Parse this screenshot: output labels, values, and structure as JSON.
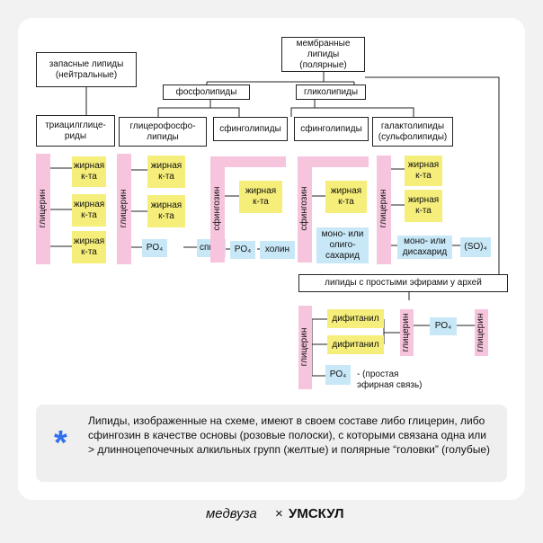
{
  "nodes": {
    "reserve": "запасные липиды\n(нейтральные)",
    "membrane": "мембранные липиды\n(полярные)",
    "phospholipids": "фосфолипиды",
    "glycolipids": "гликолипиды",
    "triacyl": "триацилглице-\nриды",
    "glycerophospho": "глицерофосфо-\nлипиды",
    "sphingolipids_a": "сфинголипиды",
    "sphingolipids_b": "сфинголипиды",
    "galactolipids": "галактолипиды\n(сульфолипиды)",
    "archaea": "липиды с простыми эфирами у архей"
  },
  "labels": {
    "fatty_acid": "жирная\nк-та",
    "po4": "PO₄",
    "alcohol": "спирт",
    "choline": "холин",
    "mono_oligo": "моно- или\nолиго-\nсахарид",
    "mono_di": "моно- или\nдисахарид",
    "so4": "(SO)₄",
    "phytanyl": "дифитанил",
    "glycerol": "глицерин",
    "sphingosine": "сфингозин",
    "ether_note": "- (простая\nэфирная связь)"
  },
  "info": {
    "text": "Липиды, изображенные на схеме, имеют в своем составе либо глицерин, либо сфингозин в качестве основы (розовые полоски), с которыми связана одна или > длинноцепочечных алкильных групп (желтые) и полярные “головки” (голубые)"
  },
  "footer": {
    "brand_left": "медвуза",
    "separator": "×",
    "brand_right": "УМСКУЛ"
  },
  "colors": {
    "fatty_acid": "#f6ee7a",
    "polar_head": "#c8e8f7",
    "backbone": "#f7c4dd",
    "star": "#2f6ff0"
  }
}
